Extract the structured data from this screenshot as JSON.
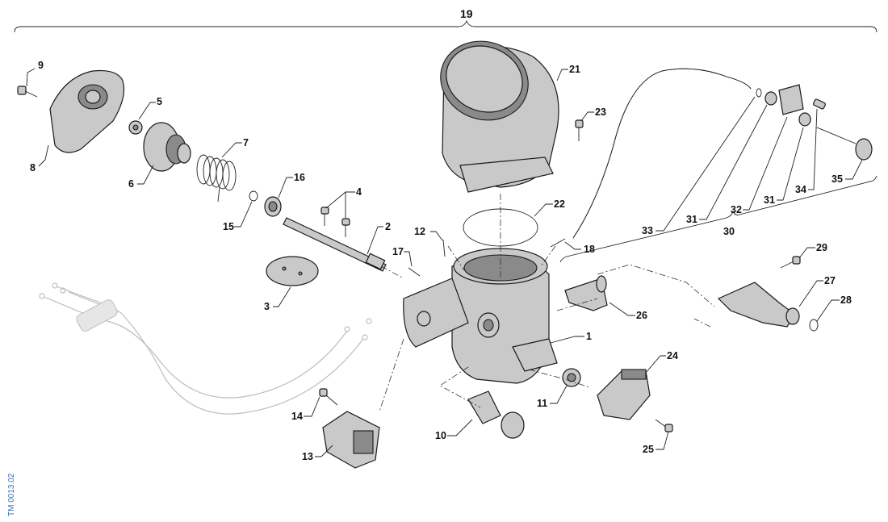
{
  "reference_code": "TM 0013.02",
  "callouts": {
    "c1": "1",
    "c2": "2",
    "c3": "3",
    "c4": "4",
    "c5": "5",
    "c6": "6",
    "c7": "7",
    "c8": "8",
    "c9": "9",
    "c10": "10",
    "c11": "11",
    "c12": "12",
    "c13": "13",
    "c14": "14",
    "c15": "15",
    "c16": "16",
    "c17": "17",
    "c18": "18",
    "c19": "19",
    "c21": "21",
    "c22": "22",
    "c23": "23",
    "c24": "24",
    "c25": "25",
    "c26": "26",
    "c27": "27",
    "c28": "28",
    "c29": "29",
    "c30": "30",
    "c31a": "31",
    "c31b": "31",
    "c32": "32",
    "c33": "33",
    "c34": "34",
    "c35": "35"
  }
}
